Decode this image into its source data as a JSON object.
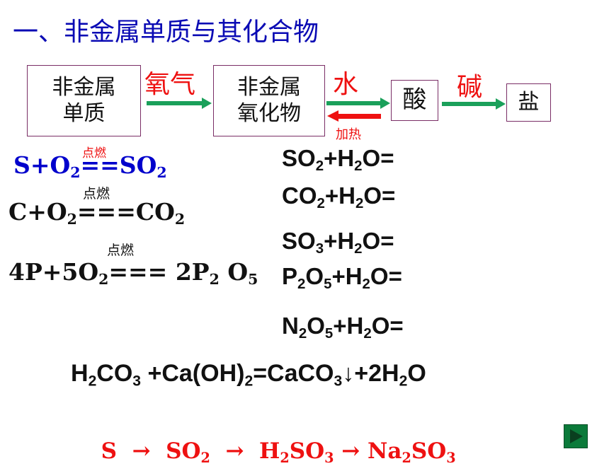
{
  "title": "一、非金属单质与其化合物",
  "diagram": {
    "box1": [
      "非金属",
      "单质"
    ],
    "arrow1_label": "氧气",
    "box2": [
      "非金属",
      "氧化物"
    ],
    "arrow2_label": "水",
    "reverse_label": "加热",
    "box3": "酸",
    "arrow3_label": "碱",
    "box4": "盐"
  },
  "combustion": {
    "condition": "点燃",
    "eq1": {
      "a": "S+O",
      "a2": "2",
      "eq": "==",
      "b": "SO",
      "b2": "2"
    },
    "eq2": {
      "a": "C+O",
      "a2": "2",
      "eq": "===",
      "b": "CO",
      "b2": "2"
    },
    "eq3": {
      "a": "4P+5O",
      "a2": "2",
      "eq": "=== 2P",
      "b": "2",
      "c": " O",
      "c2": "5"
    }
  },
  "water_reactions": [
    {
      "f": "SO",
      "n1": "2",
      "m": "+H",
      "n2": "2",
      "t": "O="
    },
    {
      "f": "CO",
      "n1": "2",
      "m": "+H",
      "n2": "2",
      "t": "O="
    },
    {
      "f": "SO",
      "n1": "3",
      "m": "+H",
      "n2": "2",
      "t": "O="
    },
    {
      "f": "P",
      "n0": "2",
      "g": "O",
      "n1": "5",
      "m": "+H",
      "n2": "2",
      "t": "O="
    },
    {
      "f": "N",
      "n0": "2",
      "g": "O",
      "n1": "5",
      "m": "+H",
      "n2": "2",
      "t": "O="
    }
  ],
  "neutralization": {
    "p1": "H",
    "s1": "2",
    "p2": "CO",
    "s2": "3",
    "p3": " +Ca(OH)",
    "s3": "2",
    "p4": "=CaCO",
    "s4": "3",
    "p5": "↓+2H",
    "s5": "2",
    "p6": "O"
  },
  "chain": {
    "p1": "S  →  SO",
    "s1": "2",
    "p2": "  →  H",
    "s2": "2",
    "p3": "SO",
    "s3": "3",
    "p4": " → Na",
    "s4": "2",
    "p5": "SO",
    "s5": "3"
  },
  "colors": {
    "title": "#0a0ab4",
    "label": "#ee1111",
    "arrow": "#1aa05a",
    "nav": "#0b7a3a"
  },
  "nav_icon": "play-next-icon"
}
